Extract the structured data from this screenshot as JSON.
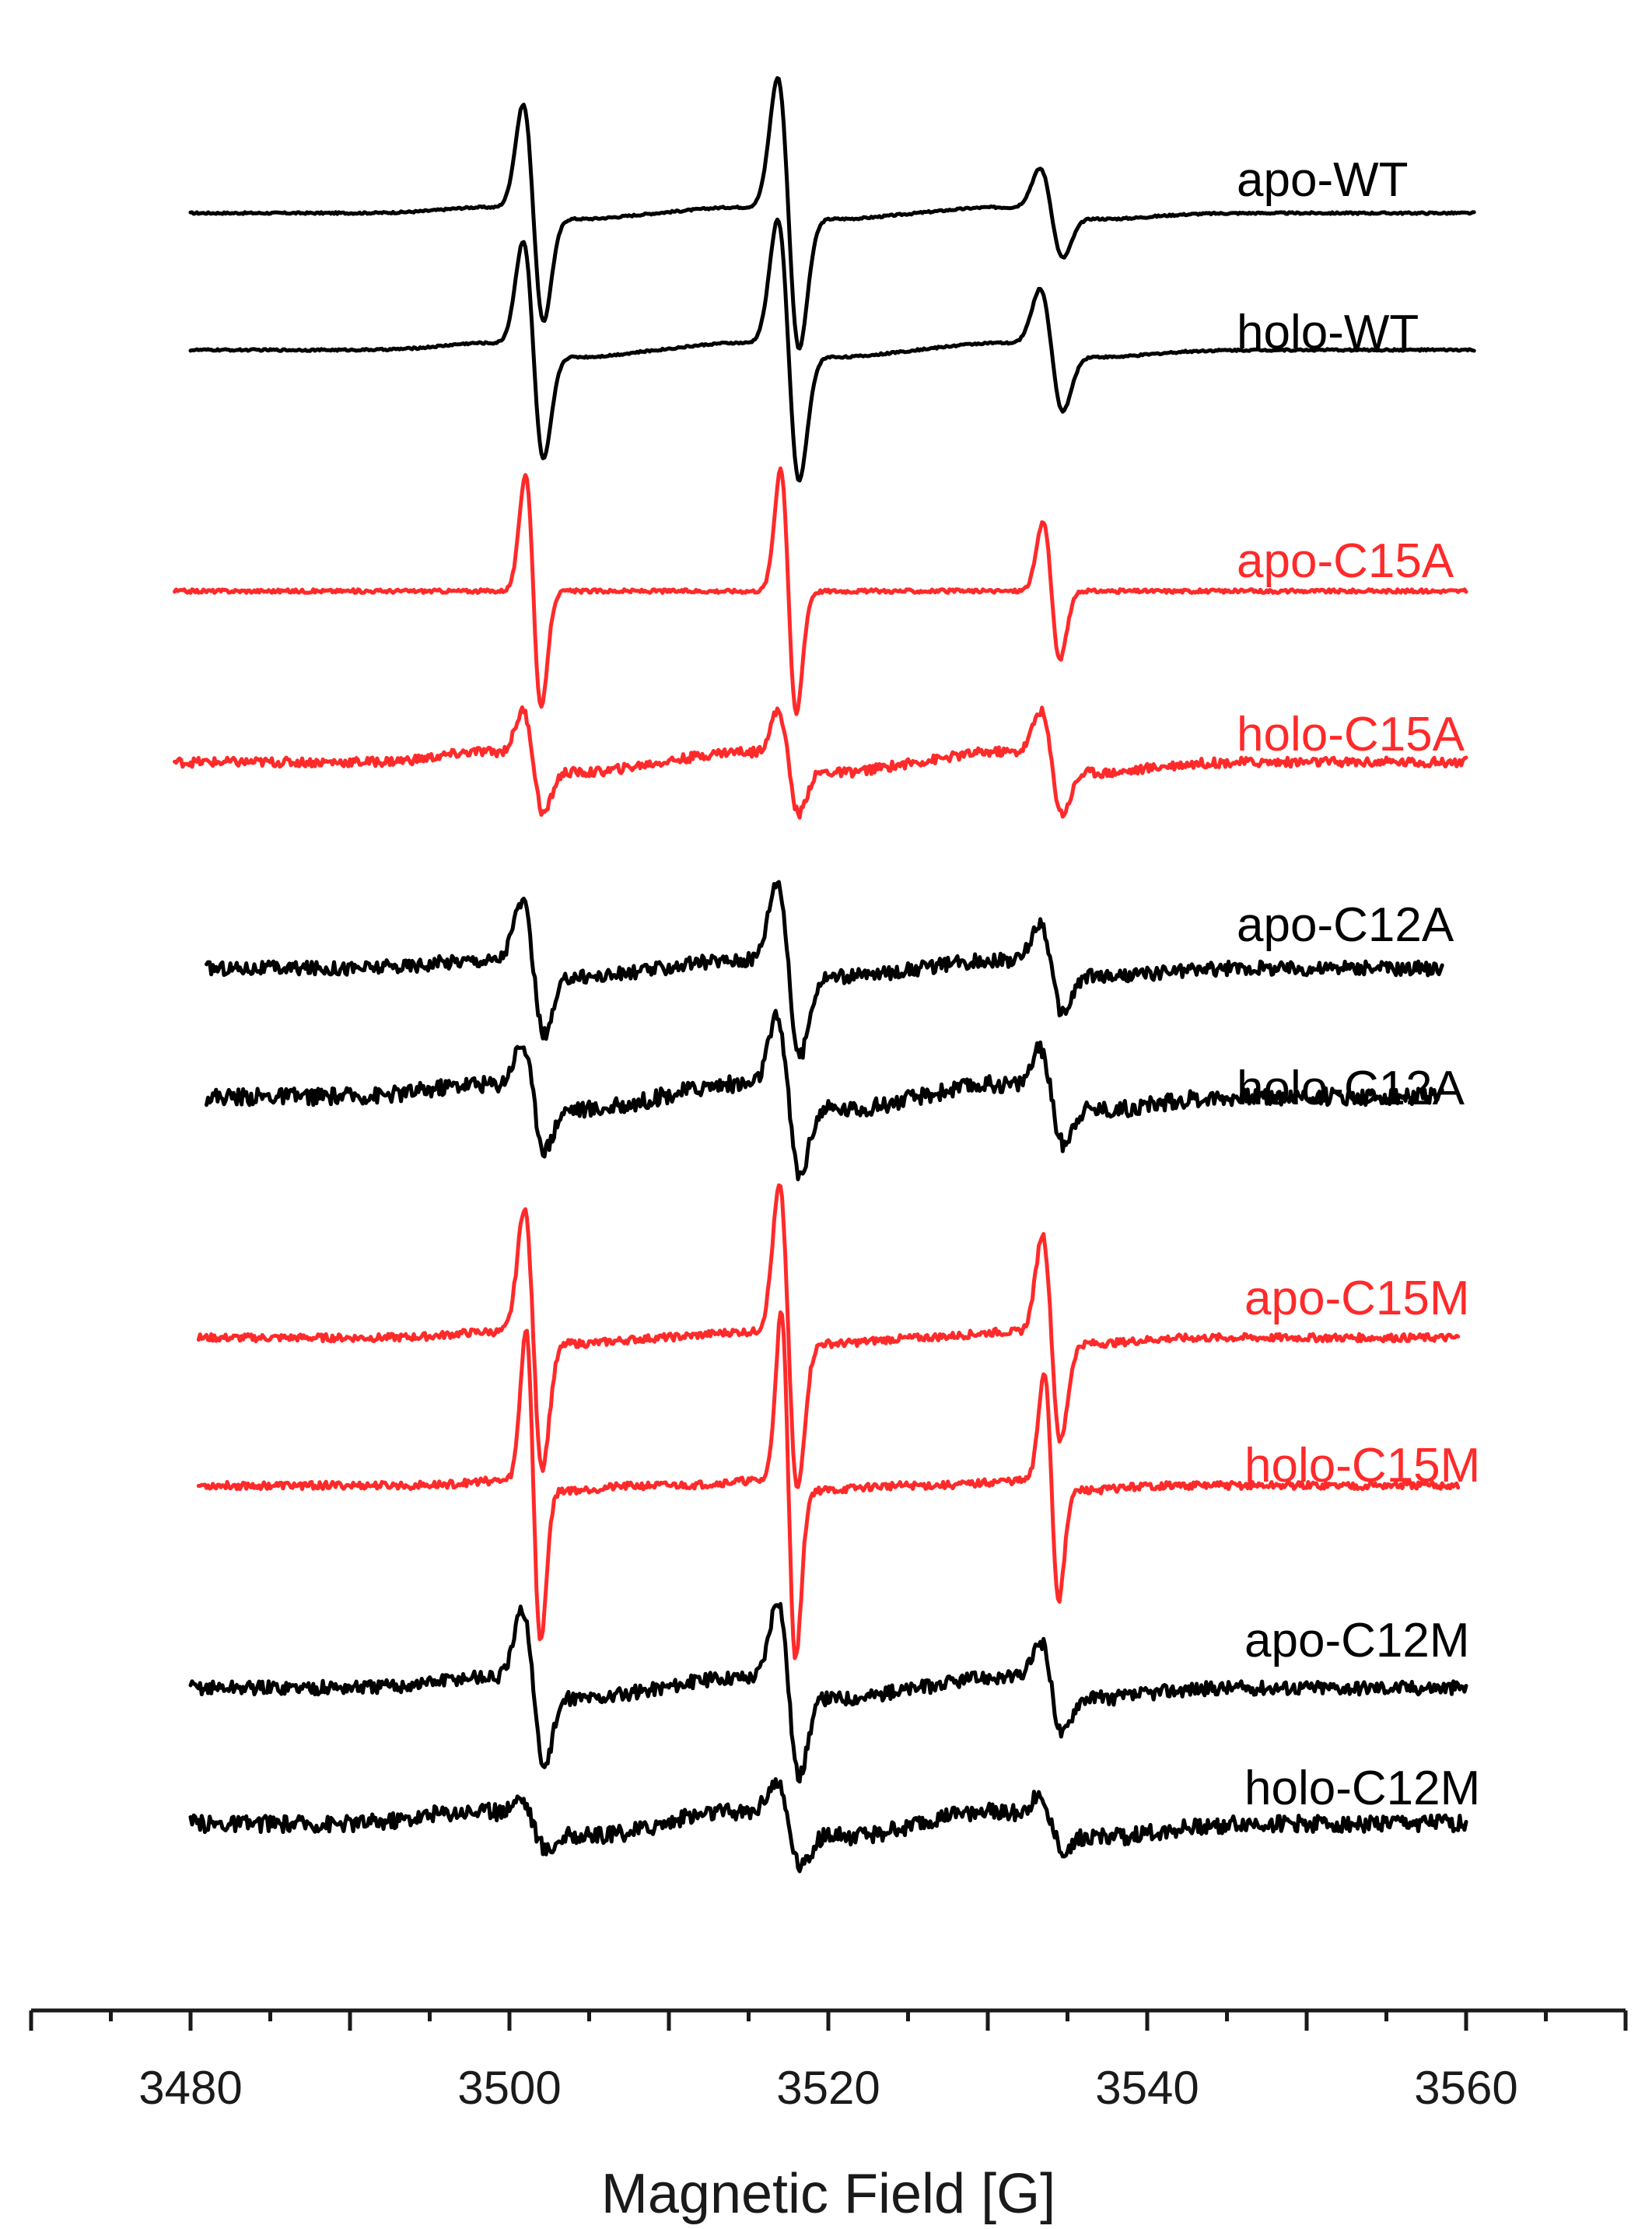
{
  "chart_data": {
    "type": "line",
    "title": "",
    "xlabel": "Magnetic Field [G]",
    "ylabel": "",
    "xlim": [
      3470,
      3570
    ],
    "x_ticks": [
      3480,
      3500,
      3520,
      3540,
      3560
    ],
    "x_minor_step": 5,
    "y_axis_shown": false,
    "grid": false,
    "legend": "inline labels at right of each trace",
    "line_positions": [
      3501.5,
      3517.5,
      3534.0
    ],
    "series": [
      {
        "name": "apo-WT",
        "color": "#000000",
        "x_range": [
          3480,
          3560.5
        ],
        "amplitudes": [
          1.0,
          1.25,
          0.4
        ],
        "widths": [
          0.9,
          0.95,
          1.0
        ],
        "background": 0.25,
        "noise": 0.002
      },
      {
        "name": "holo-WT",
        "color": "#000000",
        "x_range": [
          3480,
          3560.5
        ],
        "amplitudes": [
          1.0,
          1.2,
          0.55
        ],
        "widths": [
          0.9,
          0.95,
          1.0
        ],
        "background": 0.3,
        "noise": 0.002
      },
      {
        "name": "apo-C15A",
        "color": "#ff2a2a",
        "x_range": [
          3479,
          3560
        ],
        "amplitudes": [
          1.1,
          1.15,
          0.65
        ],
        "widths": [
          0.7,
          0.7,
          0.75
        ],
        "background": 0.0,
        "noise": 0.004
      },
      {
        "name": "holo-C15A",
        "color": "#ff2a2a",
        "x_range": [
          3479,
          3560
        ],
        "amplitudes": [
          0.45,
          0.45,
          0.45
        ],
        "widths": [
          0.9,
          0.9,
          0.95
        ],
        "background": 0.45,
        "noise": 0.01
      },
      {
        "name": "apo-C12A",
        "color": "#000000",
        "x_range": [
          3481,
          3558.5
        ],
        "amplitudes": [
          0.6,
          0.8,
          0.4
        ],
        "widths": [
          1.0,
          1.0,
          1.0
        ],
        "background": 0.35,
        "noise": 0.015
      },
      {
        "name": "holo-C12A",
        "color": "#000000",
        "x_range": [
          3481,
          3558.5
        ],
        "amplitudes": [
          0.45,
          0.7,
          0.4
        ],
        "widths": [
          1.0,
          1.0,
          1.0
        ],
        "background": 0.55,
        "noise": 0.018
      },
      {
        "name": "apo-C15M",
        "color": "#ff2a2a",
        "x_range": [
          3480.5,
          3559.5
        ],
        "amplitudes": [
          1.2,
          1.4,
          0.95
        ],
        "widths": [
          0.8,
          0.8,
          0.8
        ],
        "background": 0.25,
        "noise": 0.008
      },
      {
        "name": "holo-C15M",
        "color": "#ff2a2a",
        "x_range": [
          3480.5,
          3559.5
        ],
        "amplitudes": [
          1.45,
          1.6,
          1.05
        ],
        "widths": [
          0.65,
          0.65,
          0.65
        ],
        "background": 0.2,
        "noise": 0.008
      },
      {
        "name": "apo-C12M",
        "color": "#000000",
        "x_range": [
          3480,
          3560
        ],
        "amplitudes": [
          0.7,
          0.8,
          0.4
        ],
        "widths": [
          0.95,
          0.95,
          0.95
        ],
        "background": 0.45,
        "noise": 0.015
      },
      {
        "name": "holo-C12M",
        "color": "#000000",
        "x_range": [
          3480,
          3560
        ],
        "amplitudes": [
          0.2,
          0.35,
          0.2
        ],
        "widths": [
          1.1,
          1.1,
          1.1
        ],
        "background": 0.55,
        "noise": 0.018
      }
    ]
  }
}
